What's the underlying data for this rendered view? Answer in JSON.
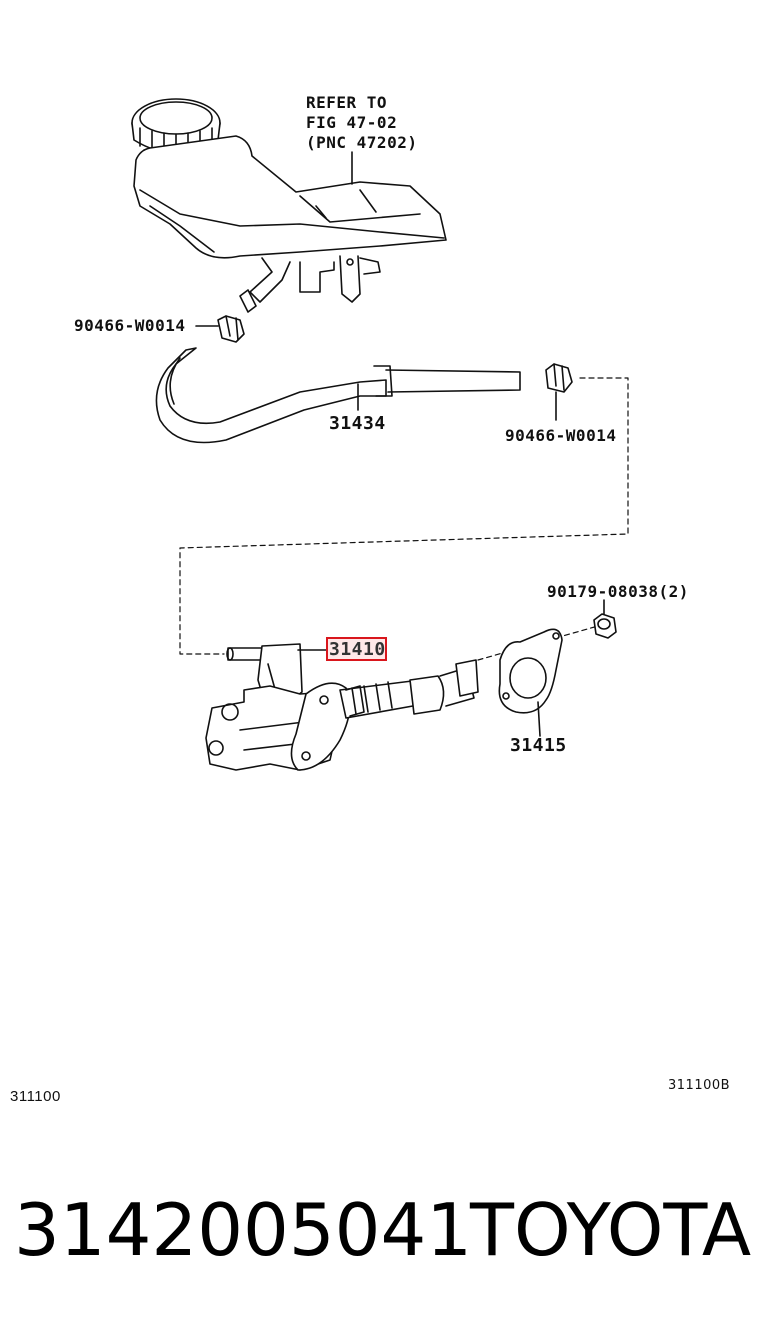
{
  "diagram": {
    "refer_note": {
      "line1": "REFER TO",
      "line2": "FIG 47-02",
      "line3": "(PNC 47202)"
    },
    "parts": {
      "clamp_upper_left": "90466-W0014",
      "hose": "31434",
      "clamp_right": "90466-W0014",
      "nut": "90179-08038(2)",
      "master_cylinder": "31410",
      "gasket": "31415"
    },
    "highlighted_part": "31410",
    "highlight_color": "#d9161c",
    "diagram_code_left": "311100",
    "diagram_code_right": "311100B"
  },
  "footer": {
    "part_number": "3142005041",
    "brand": "TOYOTA"
  }
}
